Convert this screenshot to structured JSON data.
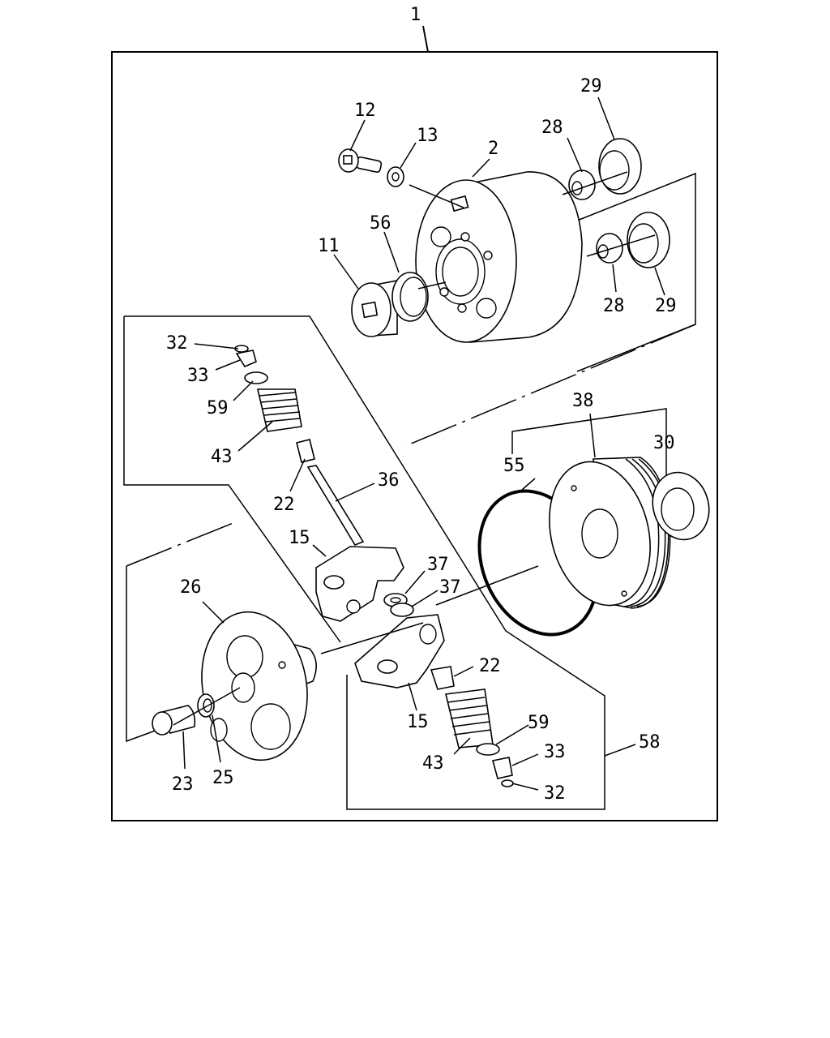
{
  "labels": {
    "l1": "1",
    "l2": "2",
    "l11": "11",
    "l12": "12",
    "l13": "13",
    "l56": "56",
    "l28a": "28",
    "l28b": "28",
    "l29a": "29",
    "l29b": "29",
    "l32a": "32",
    "l33a": "33",
    "l59a": "59",
    "l43a": "43",
    "l22a": "22",
    "l36": "36",
    "l15a": "15",
    "l37a": "37",
    "l37b": "37",
    "l38": "38",
    "l30": "30",
    "l55": "55",
    "l26": "26",
    "l23": "23",
    "l25": "25",
    "l22b": "22",
    "l15b": "15",
    "l59b": "59",
    "l43b": "43",
    "l33b": "33",
    "l32b": "32",
    "l58": "58"
  }
}
